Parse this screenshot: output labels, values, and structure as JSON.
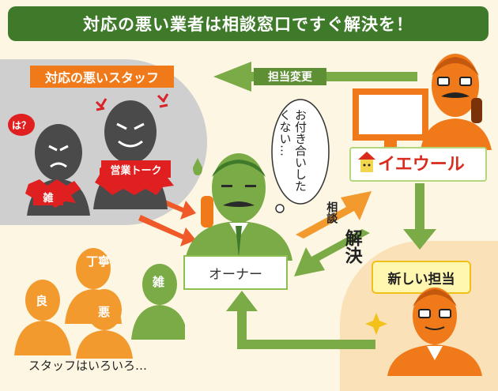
{
  "banner": {
    "title": "対応の悪い業者は相談窓口ですぐ解決を！"
  },
  "bad_staff": {
    "label": "対応の悪いスタッフ",
    "speech": "は？",
    "tag_sales": "営業トーク",
    "tag_rough": "雑"
  },
  "arrows": {
    "change_staff": "担当変更",
    "consult": "相談",
    "resolve": "解決"
  },
  "owner": {
    "label": "オーナー",
    "thought": "お付き合いしたくない…"
  },
  "company": {
    "logo_text": "イエウール"
  },
  "new_staff": {
    "label": "新しい担当"
  },
  "staff_group": {
    "tags": [
      "良",
      "丁寧",
      "悪",
      "雑"
    ],
    "caption": "スタッフはいろいろ…"
  },
  "colors": {
    "green": "#5e8f35",
    "orange": "#f07a1a",
    "red": "#e02020",
    "dark_green": "#3f7a2b"
  }
}
